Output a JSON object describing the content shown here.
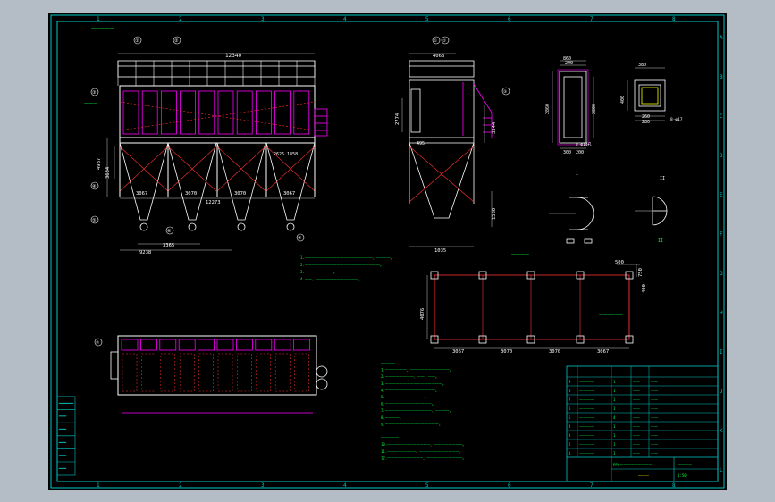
{
  "drawing": {
    "column_labels": [
      "1",
      "2",
      "3",
      "4",
      "5",
      "6",
      "7",
      "8"
    ],
    "row_labels": [
      "A",
      "B",
      "C",
      "D",
      "E",
      "F",
      "G",
      "H",
      "I",
      "J",
      "K",
      "L"
    ],
    "front_view": {
      "title_tag": "一一一一一",
      "length_dim": "12340",
      "height_dim_1": "4987",
      "height_dim_2": "3634",
      "hopper_spacing": [
        "3067",
        "3070",
        "3070",
        "3067"
      ],
      "total_length": "12273",
      "hopper_dims": "2626  1858",
      "bottom_dim_1": "3365",
      "bottom_dim_2": "9238",
      "inlet_label": "一一一",
      "outlet_label": "一一一",
      "part_refs": [
        "①",
        "②",
        "③",
        "④",
        "⑤",
        "⑥",
        "⑦"
      ]
    },
    "side_view": {
      "top_dim": "4068",
      "left_dim": "2774",
      "right_dim": "3344",
      "hopper_dim": "1530",
      "bottom_dim": "1035",
      "inner_dim": "495",
      "part_refs": [
        "①",
        "②",
        "③"
      ]
    },
    "flange_detail_1": {
      "dims": [
        "860",
        "290",
        "2860",
        "2800",
        "300",
        "200"
      ],
      "note": "8-φ14孔"
    },
    "flange_detail_2": {
      "dims": [
        "400",
        "380",
        "260",
        "280"
      ],
      "note": "8-φ17"
    },
    "section_detail_1": {
      "label": "I"
    },
    "section_detail_2": {
      "label": "II"
    },
    "foundation_plan": {
      "title": "一一一一",
      "width_dim": "4076",
      "spacing": [
        "3067",
        "3070",
        "3070",
        "3067"
      ],
      "corner_dims": [
        "500",
        "750",
        "400"
      ],
      "callout": "一一一一一一"
    },
    "top_view": {
      "side_label": "一一一一一一一",
      "part_ref": "⑦"
    },
    "notes_1": [
      "1.一一一一一一一一一一一一一一一一一一一、一一一一。",
      "2.一一一一一一一一一一一一一一一一一一一一一。",
      "3.一一一一一一一一。",
      "4.一一、一一一一一一一一一一一一。"
    ],
    "notes_2": [
      "一一一一",
      "1.一一一一一一、一一一一一一一一一一一。",
      "2.一一一一一一一一、一一、一一。",
      "3.一一一一一一一一一一一一一一一一。",
      "4.一一一一一一一一一一一一一一。",
      "5.一一一一一一一一一一一。",
      "6.一一一一一一一一一一一一一。",
      "7.一一一一一一一一一一一一一、一一一一。",
      "8.一一一一。",
      "9.一一一一一一一一一一一一一一一。",
      "一一一一",
      "一一一一一",
      "10.一一一一一一一一一一一一、一一一一一一一一。",
      "11.一一一一一一一一、一一一一一一一一一一一。",
      "12.一一一一一一一一一一、一一一一一一一一一一。"
    ],
    "parts_table": {
      "rows": [
        [
          "9",
          "一一一一",
          "1",
          "一一",
          "一一"
        ],
        [
          "8",
          "一一一一",
          "1",
          "一一",
          "一一"
        ],
        [
          "7",
          "一一一一",
          "1",
          "一一",
          "一一"
        ],
        [
          "6",
          "一一一一",
          "1",
          "一一",
          "一一"
        ],
        [
          "5",
          "一一一一",
          "4",
          "一一",
          "一一"
        ],
        [
          "4",
          "一一一一",
          "1",
          "一一",
          "一一"
        ],
        [
          "3",
          "一一一一",
          "1",
          "一一",
          "一一"
        ],
        [
          "2",
          "一一一一",
          "1",
          "一一",
          "一一"
        ],
        [
          "1",
          "一一一一",
          "1",
          "一一",
          "一一"
        ]
      ],
      "title_block_name": "PPC一一一一一一一一一",
      "title_block_code": "一一一一",
      "title_block_scale": "1:50",
      "title_block_sheet": "一一一"
    },
    "left_margin_table": [
      "一一一一",
      "一一",
      "一一",
      "一一",
      "一一",
      "一一"
    ]
  },
  "colors": {
    "border": "#00c8c8",
    "structure": "#ffffff",
    "accent": "#ff00ff",
    "hidden": "#ff3030",
    "dimension": "#00ff00",
    "text_green": "#00ff40",
    "highlight": "#ffff00"
  }
}
